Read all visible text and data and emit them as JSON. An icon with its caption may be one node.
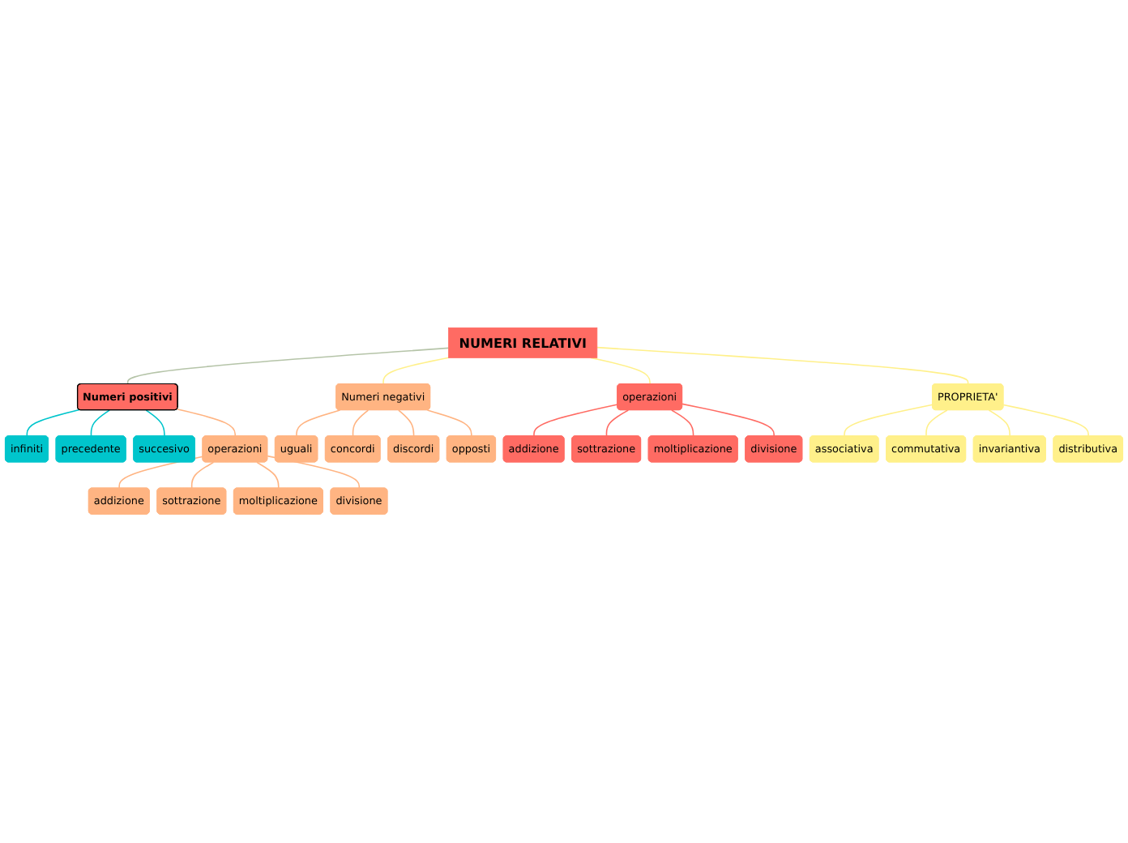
{
  "diagram": {
    "nodes": [
      {
        "text": [
          "NUMERI RELATIVI"
        ]
      },
      {
        "text": [
          "Numeri positivi"
        ]
      },
      {
        "text": [
          "infiniti"
        ]
      },
      {
        "text": [
          "precedente"
        ]
      },
      {
        "text": [
          "succesivo"
        ]
      },
      {
        "text": [
          "operazioni"
        ]
      },
      {
        "text": [
          "addizione"
        ]
      },
      {
        "text": [
          "sottrazione"
        ]
      },
      {
        "text": [
          "moltiplicazione"
        ]
      },
      {
        "text": [
          "divisione"
        ]
      },
      {
        "text": [
          "Numeri negativi"
        ]
      },
      {
        "text": [
          "uguali"
        ]
      },
      {
        "text": [
          "concordi"
        ]
      },
      {
        "text": [
          "discordi"
        ]
      },
      {
        "text": [
          "opposti"
        ]
      },
      {
        "text": [
          "operazioni"
        ]
      },
      {
        "text": [
          "addizione"
        ]
      },
      {
        "text": [
          "sottrazione"
        ]
      },
      {
        "text": [
          "moltiplicazione"
        ]
      },
      {
        "text": [
          "divisione"
        ]
      },
      {
        "text": [
          "PROPRIETA'"
        ]
      },
      {
        "text": [
          "associativa"
        ]
      },
      {
        "text": [
          "commutativa"
        ]
      },
      {
        "text": [
          "invariantiva"
        ]
      },
      {
        "text": [
          "distributiva"
        ]
      }
    ],
    "edges": [
      {
        "from": 0,
        "to": 1,
        "arrow": "none",
        "color": "#b5c4a8"
      },
      {
        "from": 1,
        "to": 2,
        "arrow": "none",
        "color": "#00c5cc"
      },
      {
        "from": 1,
        "to": 3,
        "arrow": "none",
        "color": "#00c5cc"
      },
      {
        "from": 1,
        "to": 4,
        "arrow": "none",
        "color": "#00c5cc"
      },
      {
        "from": 1,
        "to": 5,
        "arrow": "none"
      },
      {
        "from": 5,
        "to": 6,
        "arrow": "none"
      },
      {
        "from": 5,
        "to": 7,
        "arrow": "none"
      },
      {
        "from": 5,
        "to": 8,
        "arrow": "none"
      },
      {
        "from": 5,
        "to": 9,
        "arrow": "none"
      },
      {
        "from": 0,
        "to": 10,
        "arrow": "none",
        "color": "#fff08a"
      },
      {
        "from": 10,
        "to": 11,
        "arrow": "none"
      },
      {
        "from": 10,
        "to": 12,
        "arrow": "none"
      },
      {
        "from": 10,
        "to": 13,
        "arrow": "none"
      },
      {
        "from": 10,
        "to": 14,
        "arrow": "none"
      },
      {
        "from": 0,
        "to": 15,
        "arrow": "none",
        "color": "#fff08a"
      },
      {
        "from": 15,
        "to": 16,
        "arrow": "none",
        "color": "#ff6b63"
      },
      {
        "from": 15,
        "to": 17,
        "arrow": "none",
        "color": "#ff6b63"
      },
      {
        "from": 15,
        "to": 18,
        "arrow": "none",
        "color": "#ff6b63"
      },
      {
        "from": 15,
        "to": 19,
        "arrow": "none",
        "color": "#ff6b63"
      },
      {
        "from": 0,
        "to": 20,
        "arrow": "none",
        "color": "#fff08a"
      },
      {
        "from": 20,
        "to": 21,
        "arrow": "none",
        "color": "#fff08a"
      },
      {
        "from": 20,
        "to": 22,
        "arrow": "none",
        "color": "#fff08a"
      },
      {
        "from": 20,
        "to": 23,
        "arrow": "none",
        "color": "#fff08a"
      },
      {
        "from": 20,
        "to": 24,
        "arrow": "none",
        "color": "#fff08a"
      }
    ]
  }
}
